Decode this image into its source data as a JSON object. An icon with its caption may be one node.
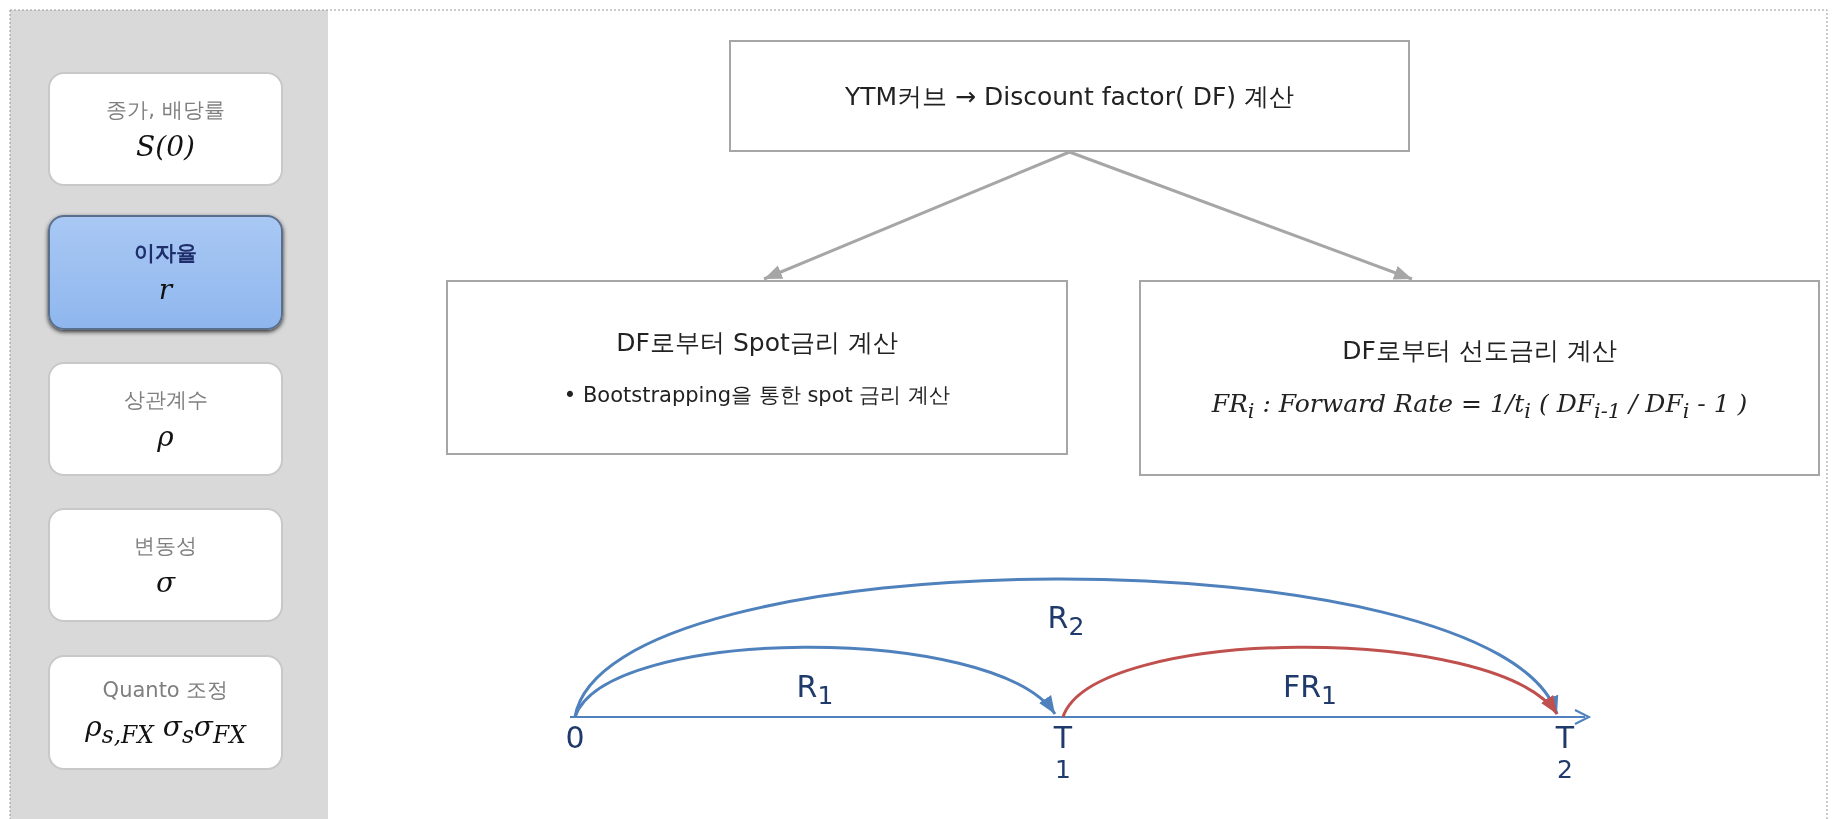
{
  "diagram": {
    "nodes": [
      {
        "text": [
          "종가, 배당률",
          "S(0)"
        ]
      },
      {
        "text": [
          "이자율",
          "r"
        ]
      },
      {
        "text": [
          "상관계수",
          "ρ"
        ]
      },
      {
        "text": [
          "변동성",
          "σ"
        ]
      },
      {
        "text": [
          "Quanto 조정",
          "ρ$_{s,FX}$ σ$_{s}$σ$_{FX}$"
        ]
      },
      {
        "text": [
          "YTM커브 →  Discount factor( DF) 계산"
        ]
      },
      {
        "text": [
          "DF로부터 Spot금리 계산",
          "• Bootstrapping을 통한 spot 금리 계산"
        ]
      },
      {
        "text": [
          "DF로부터 선도금리 계산",
          "FR$_{i}$ : Forward Rate = 1/t$_{i}$ ( DF$_{i-1}$ / DF$_{i}$ - 1 )"
        ]
      },
      {
        "text": [
          "0"
        ]
      },
      {
        "text": [
          "T$_{1}$"
        ]
      },
      {
        "text": [
          "T$_{2}$"
        ]
      }
    ],
    "edges": [
      {
        "from": 5,
        "to": 6,
        "arrow": "to"
      },
      {
        "from": 5,
        "to": 7,
        "arrow": "to"
      },
      {
        "from": 8,
        "to": 10,
        "arrow": "to",
        "label": "R$_{2}$",
        "color": "#4f81bd"
      },
      {
        "from": 8,
        "to": 9,
        "arrow": "to",
        "label": "R$_{1}$",
        "color": "#4f81bd"
      },
      {
        "from": 9,
        "to": 10,
        "arrow": "to",
        "label": "FR$_{1}$",
        "color": "#c0504d"
      }
    ]
  }
}
